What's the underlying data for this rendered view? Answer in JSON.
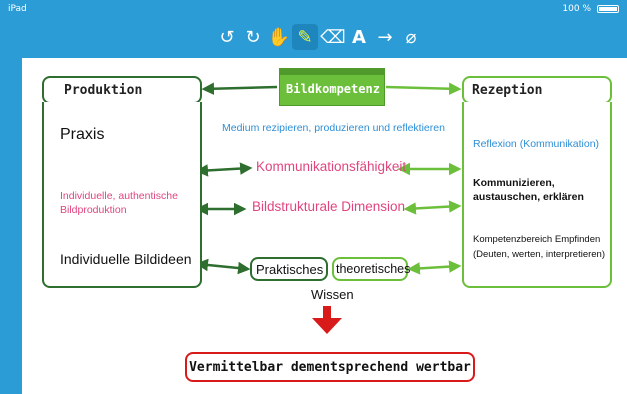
{
  "status": {
    "device": "iPad",
    "battery_text": "100 %"
  },
  "toolbar": {
    "tools": [
      {
        "icon": "undo-icon",
        "glyph": "↺"
      },
      {
        "icon": "redo-icon",
        "glyph": "↻"
      },
      {
        "icon": "hand-icon",
        "glyph": "✋"
      },
      {
        "icon": "pen-icon",
        "glyph": "✎",
        "active": true
      },
      {
        "icon": "eraser-icon",
        "glyph": "⌫"
      },
      {
        "icon": "text-icon",
        "glyph": "A"
      },
      {
        "icon": "arrow-icon",
        "glyph": "→"
      },
      {
        "icon": "paperclip-icon",
        "glyph": "⌀"
      }
    ]
  },
  "diagram": {
    "center_title": "Bildkompetenz",
    "medium_text": "Medium rezipieren, produzieren und reflektieren",
    "left_header": "Produktion",
    "right_header": "Rezeption",
    "left_items": [
      "Praxis",
      "Individuelle, authentische Bildproduktion",
      "Individuelle Bildideen"
    ],
    "middle_items": [
      "Kommunikationsfähigkeit",
      "Bildstrukturale Dimension"
    ],
    "right_items": [
      "Reflexion (Kommunikation)",
      "Kommunizieren, austauschen, erklären",
      "Kompetenzbereich Empfinden (Deuten, werten, interpretieren)"
    ],
    "knowledge_left": "Praktisches",
    "knowledge_right": "theoretisches",
    "knowledge_label": "Wissen",
    "conclusion": "Vermittelbar dementsprechend wertbar"
  },
  "colors": {
    "dark_green": "#2e6e2e",
    "light_green": "#6cbf3b",
    "pink": "#e0457e",
    "blue": "#2e8fd6",
    "red": "#d91a1a",
    "toolbar": "#2c9cd6"
  }
}
